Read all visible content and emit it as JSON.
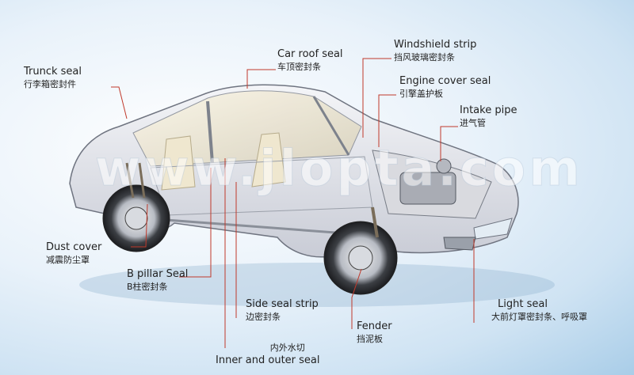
{
  "watermark": "www.jlopta.com",
  "labels": [
    {
      "key": "trunk_seal",
      "en": "Trunck seal",
      "cn": "行李箱密封件"
    },
    {
      "key": "car_roof_seal",
      "en": "Car roof seal",
      "cn": "车顶密封条"
    },
    {
      "key": "windshield_strip",
      "en": "Windshield strip",
      "cn": "挡风玻璃密封条"
    },
    {
      "key": "engine_cover_seal",
      "en": "Engine cover seal",
      "cn": "引擎盖护板"
    },
    {
      "key": "intake_pipe",
      "en": "Intake pipe",
      "cn": "进气管"
    },
    {
      "key": "dust_cover",
      "en": "Dust cover",
      "cn": "减震防尘罩"
    },
    {
      "key": "b_pillar_seal",
      "en": "B pillar Seal",
      "cn": "B柱密封条"
    },
    {
      "key": "side_seal_strip",
      "en": "Side seal strip",
      "cn": "边密封条"
    },
    {
      "key": "fender",
      "en": "Fender",
      "cn": "挡泥板"
    },
    {
      "key": "light_seal",
      "en": "Light seal",
      "cn": "大前灯罩密封条、呼吸罩"
    },
    {
      "key": "inner_outer_seal",
      "en": "Inner and outer seal",
      "cn": "内外水切"
    }
  ],
  "colors": {
    "leader": "#c0392b",
    "car_body": "#e6e8ee",
    "car_outline": "#6f7480"
  }
}
